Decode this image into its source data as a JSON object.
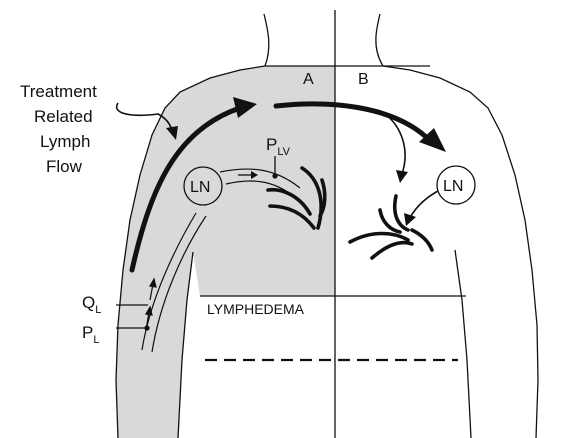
{
  "labels": {
    "annotation_lines": [
      "Treatment",
      "Related",
      "Lymph",
      "Flow"
    ],
    "region_a": "A",
    "region_b": "B",
    "ln_left": "LN",
    "ln_right": "LN",
    "plv_main": "P",
    "plv_sub": "LV",
    "ql_main": "Q",
    "ql_sub": "L",
    "pl_main": "P",
    "pl_sub": "L",
    "lymphedema": "LYMPHEDEMA"
  },
  "colors": {
    "shade": "#d9d9d9",
    "ink": "#111111",
    "background": "#ffffff"
  }
}
